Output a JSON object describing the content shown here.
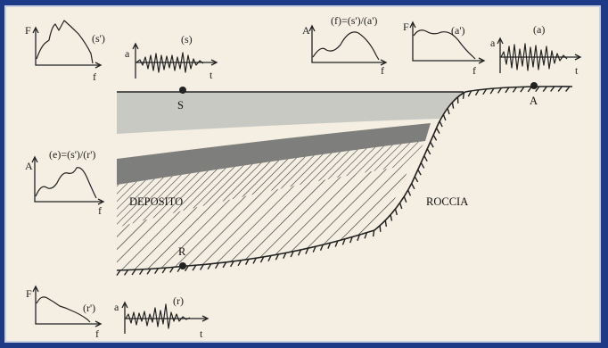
{
  "labels": {
    "point_s": "S",
    "point_a": "A",
    "point_r": "R",
    "deposit": "DEPOSITO",
    "rock": "ROCCIA"
  },
  "graphs": {
    "s_spectrum": {
      "title": "(s')",
      "y": "F",
      "x": "f"
    },
    "s_time": {
      "title": "(s)",
      "y": "a",
      "x": "t"
    },
    "f_ratio": {
      "title": "(f)=(s')/(a')",
      "y": "A",
      "x": "f"
    },
    "a_spectrum": {
      "title": "(a')",
      "y": "F",
      "x": "f"
    },
    "a_time": {
      "title": "(a)",
      "y": "a",
      "x": "t"
    },
    "e_ratio": {
      "title": "(e)=(s')/(r')",
      "y": "A",
      "x": "f"
    },
    "r_spectrum": {
      "title": "(r')",
      "y": "F",
      "x": "f"
    },
    "r_time": {
      "title": "(r)",
      "y": "a",
      "x": "t"
    }
  },
  "colors": {
    "light_layer": "#c9c9c3",
    "dark_layer": "#7e7e7c",
    "deposit_hatch": "#222222"
  }
}
